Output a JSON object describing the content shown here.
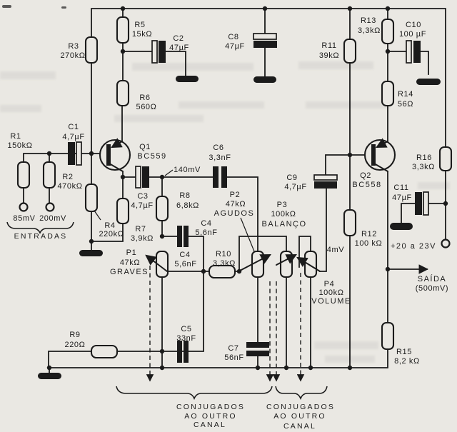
{
  "colors": {
    "ink": "#1b1b1b",
    "paper": "#eae8e3"
  },
  "parts": {
    "r1": {
      "ref": "R1",
      "value": "150kΩ"
    },
    "r2": {
      "ref": "R2",
      "value": "470kΩ"
    },
    "r3": {
      "ref": "R3",
      "value": "270kΩ"
    },
    "r4": {
      "ref": "R4",
      "value": "220kΩ"
    },
    "r5": {
      "ref": "R5",
      "value": "15kΩ"
    },
    "r6": {
      "ref": "R6",
      "value": "560Ω"
    },
    "r7": {
      "ref": "R7",
      "value": "3,9kΩ"
    },
    "r8": {
      "ref": "R8",
      "value": "6,8kΩ"
    },
    "r9": {
      "ref": "R9",
      "value": "220Ω"
    },
    "r10": {
      "ref": "R10",
      "value": "3,3kΩ"
    },
    "r11": {
      "ref": "R11",
      "value": "39kΩ"
    },
    "r12": {
      "ref": "R12",
      "value": "100 kΩ"
    },
    "r13": {
      "ref": "R13",
      "value": "3,3kΩ"
    },
    "r14": {
      "ref": "R14",
      "value": "56Ω"
    },
    "r15": {
      "ref": "R15",
      "value": "8,2 kΩ"
    },
    "r16": {
      "ref": "R16",
      "value": "3,3kΩ"
    },
    "c1": {
      "ref": "C1",
      "value": "4,7µF"
    },
    "c2": {
      "ref": "C2",
      "value": "47µF"
    },
    "c3": {
      "ref": "C3",
      "value": "4,7µF"
    },
    "c4a": {
      "ref": "C4",
      "value": "5,6nF"
    },
    "c4b": {
      "ref": "C4",
      "value": "5,6nF"
    },
    "c5": {
      "ref": "C5",
      "value": "33nF"
    },
    "c6": {
      "ref": "C6",
      "value": "3,3nF"
    },
    "c7": {
      "ref": "C7",
      "value": "56nF"
    },
    "c8": {
      "ref": "C8",
      "value": "47µF"
    },
    "c9": {
      "ref": "C9",
      "value": "4,7µF"
    },
    "c10": {
      "ref": "C10",
      "value": "100 µF"
    },
    "c11": {
      "ref": "C11",
      "value": "47µF"
    },
    "p1": {
      "ref": "P1",
      "value": "47kΩ",
      "role": "GRAVES"
    },
    "p2": {
      "ref": "P2",
      "value": "47kΩ",
      "role": "AGUDOS"
    },
    "p3": {
      "ref": "P3",
      "value": "100kΩ",
      "role": "BALANÇO"
    },
    "p4": {
      "ref": "P4",
      "value": "100kΩ",
      "role": "VOLUME"
    },
    "q1": {
      "ref": "Q1",
      "value": "BC559"
    },
    "q2": {
      "ref": "Q2",
      "value": "BC558"
    }
  },
  "signals": {
    "input1": "85mV",
    "input2": "200mV",
    "stage1_out": "140mV",
    "wiper": "4mV",
    "supply": "+20 a 23V",
    "output": "SAÍDA",
    "output_level": "(500mV)"
  },
  "captions": {
    "inputs": "ENTRADAS",
    "coupled_left": {
      "line1": "CONJUGADOS",
      "line2": "AO OUTRO",
      "line3": "CANAL"
    },
    "coupled_right": {
      "line1": "CONJUGADOS",
      "line2": "AO OUTRO",
      "line3": "CANAL"
    }
  }
}
